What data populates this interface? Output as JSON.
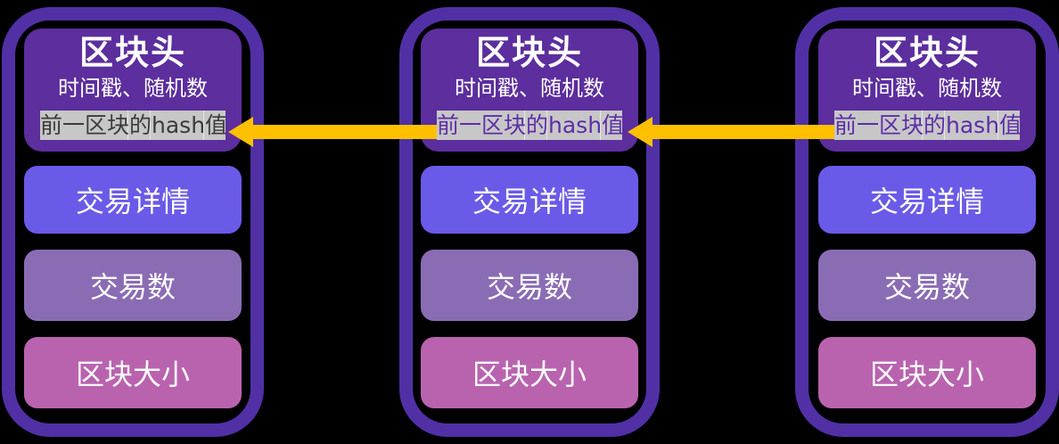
{
  "diagram": {
    "kind": "blockchain-structure",
    "background_color": "#000000",
    "colors": {
      "block_border": "#5130A5",
      "header_bg": "#5C2E9E",
      "transaction_details_bg": "#6A5AE8",
      "transaction_count_bg": "#8A6CB5",
      "block_size_bg": "#B963AF",
      "hash_label_bg": "#C7C7C7",
      "hash_text_block1": "#3B3B3B",
      "hash_text_block2_3": "#5C2EA8",
      "arrow": "#FFC000",
      "text": "#FFFFFF"
    }
  },
  "blocks": [
    {
      "header": {
        "title": "区块头",
        "subtitle": "时间戳、随机数",
        "hash_label": "前一区块的hash值"
      },
      "rows": {
        "transaction_details": "交易详情",
        "transaction_count": "交易数",
        "block_size": "区块大小"
      }
    },
    {
      "header": {
        "title": "区块头",
        "subtitle": "时间戳、随机数",
        "hash_label": "前一区块的hash值"
      },
      "rows": {
        "transaction_details": "交易详情",
        "transaction_count": "交易数",
        "block_size": "区块大小"
      }
    },
    {
      "header": {
        "title": "区块头",
        "subtitle": "时间戳、随机数",
        "hash_label": "前一区块的hash值"
      },
      "rows": {
        "transaction_details": "交易详情",
        "transaction_count": "交易数",
        "block_size": "区块大小"
      }
    }
  ],
  "arrows": [
    {
      "from": "block-2-hash-label",
      "to": "block-1-hash-label",
      "direction": "left"
    },
    {
      "from": "block-3-hash-label",
      "to": "block-2-hash-label",
      "direction": "left"
    }
  ]
}
